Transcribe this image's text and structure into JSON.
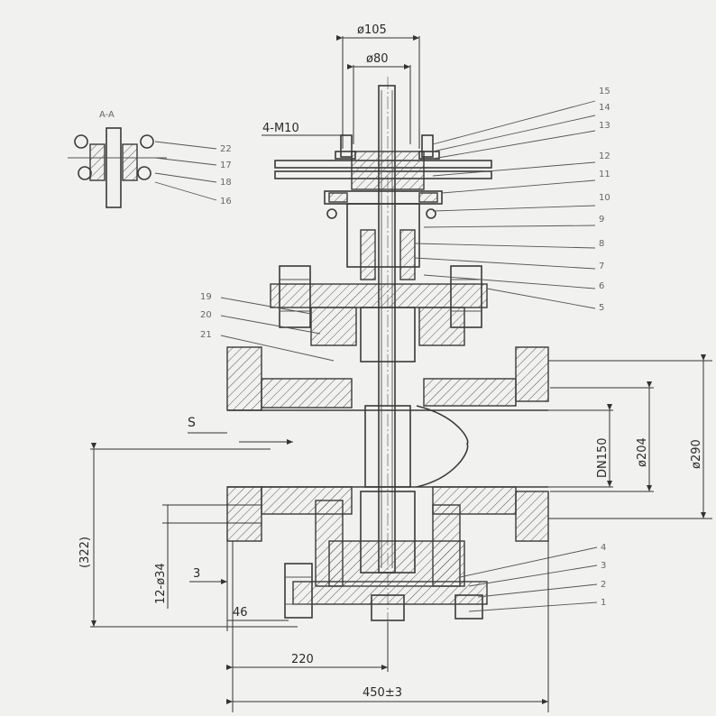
{
  "dimensions": {
    "d105": "ø105",
    "d80": "ø80",
    "bolt": "4-M10",
    "s": "S",
    "d322": "(322)",
    "holes": "12-ø34",
    "three": "3",
    "fortysix": "46",
    "dn150": "DN150",
    "d204": "ø204",
    "d290": "ø290",
    "w220": "220",
    "w450": "450±3"
  },
  "section_view": {
    "title": "A-A",
    "callouts": [
      "22",
      "17",
      "18",
      "16"
    ]
  },
  "callouts_right": [
    "15",
    "14",
    "13",
    "12",
    "11",
    "10",
    "9",
    "8",
    "7",
    "6",
    "5"
  ],
  "callouts_left": [
    "19",
    "20",
    "21"
  ],
  "callouts_bottom": [
    "4",
    "3",
    "2",
    "1"
  ]
}
